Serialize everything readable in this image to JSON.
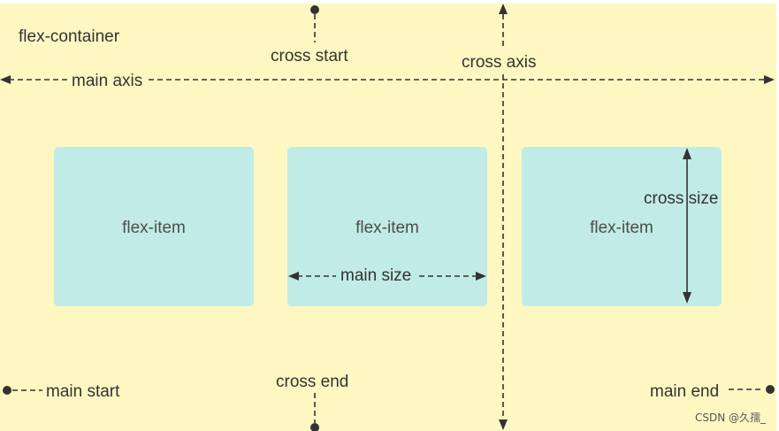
{
  "container": {
    "label": "flex-container"
  },
  "axes": {
    "main_axis": "main axis",
    "cross_axis": "cross axis"
  },
  "markers": {
    "cross_start": "cross start",
    "cross_end": "cross end",
    "main_start": "main start",
    "main_end": "main end"
  },
  "items": [
    {
      "label": "flex-item"
    },
    {
      "label": "flex-item"
    },
    {
      "label": "flex-item"
    }
  ],
  "dimensions": {
    "main_size": "main size",
    "cross_size": "cross size"
  },
  "watermark": "CSDN @久孺_",
  "colors": {
    "container_bg": "#fff7c2",
    "item_bg": "#c1ebe6",
    "line": "#333333"
  }
}
